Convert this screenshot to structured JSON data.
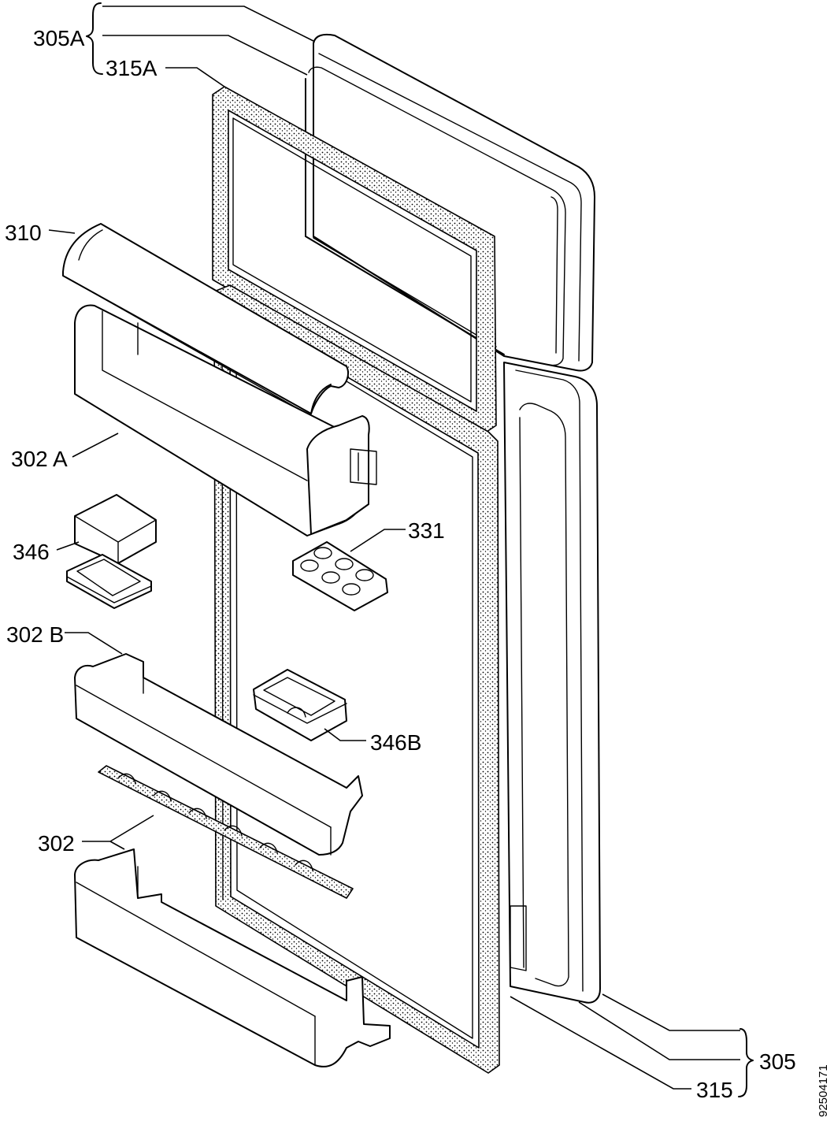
{
  "diagram": {
    "labels": {
      "door_top_assembly": "305A",
      "gasket_top": "315A",
      "shelf_cover": "310",
      "shelf_upper": "302 A",
      "box_lid_set": "346",
      "egg_tray": "331",
      "shelf_middle": "302 B",
      "small_box": "346B",
      "bottle_shelf": "302",
      "door_main_assembly": "305",
      "gasket_main": "315"
    },
    "reference_number": "92504171",
    "colors": {
      "line": "#000000",
      "background": "#ffffff"
    }
  }
}
